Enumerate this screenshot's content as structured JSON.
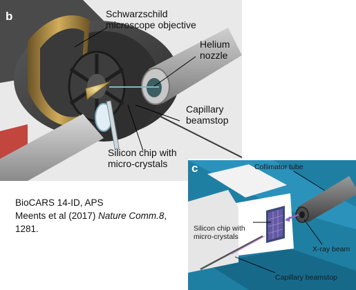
{
  "panel_b": {
    "letter": "b",
    "labels": {
      "objective_line1": "Schwarzschild",
      "objective_line2": "microscope objective",
      "helium_line1": "Helium",
      "helium_line2": "nozzle",
      "capillary_line1": "Capillary",
      "capillary_line2": "beamstop",
      "chip_line1": "Silicon chip with",
      "chip_line2": "micro-crystals"
    }
  },
  "panel_c": {
    "letter": "c",
    "labels": {
      "collimator": "Collimator tube",
      "chip_line1": "Silicon chip with",
      "chip_line2": "micro-crystals",
      "xray": "X-ray beam",
      "capillary": "Capillary beamstop"
    }
  },
  "caption": {
    "line1": "BioCARS 14-ID, APS",
    "line2_prefix": "Meents et al (2017) ",
    "line2_journal": "Nature Comm.8",
    "line2_suffix": ",",
    "line3": "1281."
  },
  "colors": {
    "objective_dark": "#3b3b3b",
    "gold_ring": "#b08a3a",
    "nozzle_gray": "#a9a9a9",
    "holder_red": "#c2453e",
    "blue_mount": "#1f7fa3",
    "chip_purple": "#8a64c8"
  }
}
